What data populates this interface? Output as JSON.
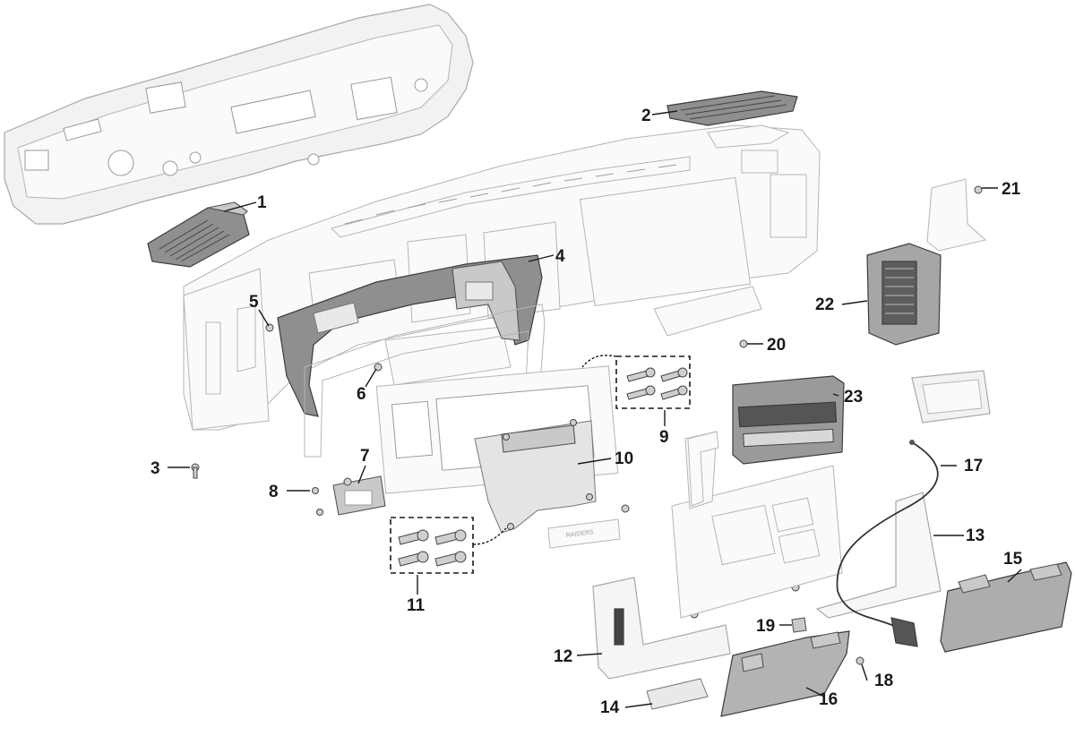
{
  "callouts": [
    {
      "id": "1",
      "label": "1"
    },
    {
      "id": "2",
      "label": "2"
    },
    {
      "id": "3",
      "label": "3"
    },
    {
      "id": "4",
      "label": "4"
    },
    {
      "id": "5",
      "label": "5"
    },
    {
      "id": "6",
      "label": "6"
    },
    {
      "id": "7",
      "label": "7"
    },
    {
      "id": "8",
      "label": "8"
    },
    {
      "id": "9",
      "label": "9"
    },
    {
      "id": "10",
      "label": "10"
    },
    {
      "id": "11",
      "label": "11"
    },
    {
      "id": "12",
      "label": "12"
    },
    {
      "id": "13",
      "label": "13"
    },
    {
      "id": "14",
      "label": "14"
    },
    {
      "id": "15",
      "label": "15"
    },
    {
      "id": "16",
      "label": "16"
    },
    {
      "id": "17",
      "label": "17"
    },
    {
      "id": "18",
      "label": "18"
    },
    {
      "id": "19",
      "label": "19"
    },
    {
      "id": "20",
      "label": "20"
    },
    {
      "id": "21",
      "label": "21"
    },
    {
      "id": "22",
      "label": "22"
    },
    {
      "id": "23",
      "label": "23"
    }
  ],
  "part_text": {
    "brand_plate": "RAIDERS"
  },
  "colors": {
    "outline_ghost": "#a9a9a9",
    "part_dark": "#8f8f8f",
    "part_mid": "#c9c9c9",
    "callout_text": "#1a1a1a"
  }
}
